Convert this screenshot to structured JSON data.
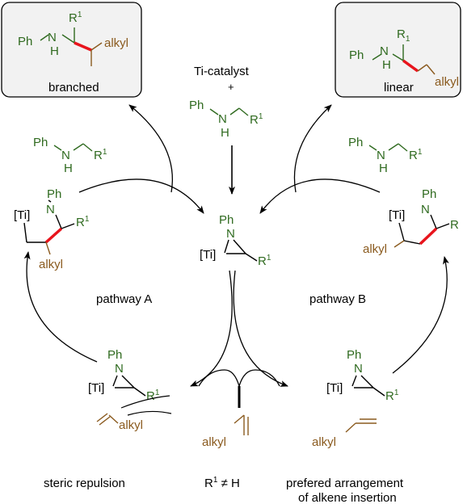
{
  "colors": {
    "green": "#2f6a1f",
    "brown": "#8a5a1e",
    "red": "#e8141c",
    "black": "#000000"
  },
  "atoms": {
    "ph": "Ph",
    "n": "N",
    "nh_h": "H",
    "ti": "[Ti]",
    "r": "R",
    "r_sub": "1",
    "r_one_linear": "R",
    "r_one_linear_sub": "1",
    "alkyl": "alkyl",
    "plus": "+"
  },
  "labels": {
    "branched": "branched",
    "linear": "linear",
    "catalyst": "Ti-catalyst",
    "pathway_a": "pathway A",
    "pathway_b": "pathway B",
    "steric": "steric repulsion",
    "condition_r": "R",
    "condition_sup": "1",
    "condition_rest": " ≠ H",
    "preferred_1": "prefered arrangement",
    "preferred_2": "of alkene insertion"
  }
}
